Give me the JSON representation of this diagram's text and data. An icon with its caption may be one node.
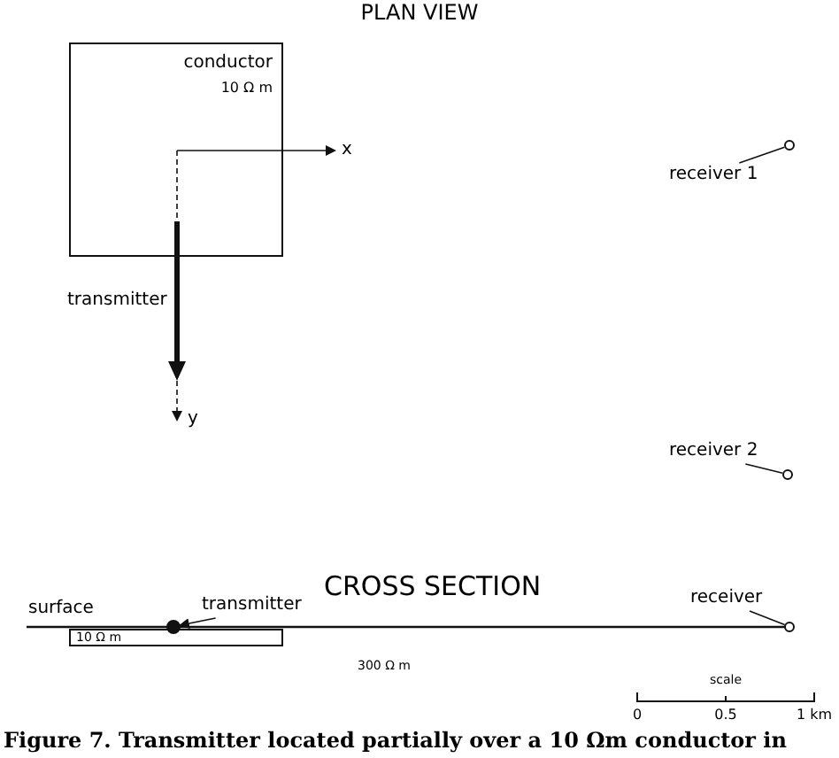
{
  "diagram": {
    "caption": "Figure 7. Transmitter located partially over a 10 Ωm conductor in",
    "nodes": [
      {
        "text": [
          "conductor",
          "10 Ω m"
        ]
      },
      {
        "text": [
          "transmitter"
        ]
      },
      {
        "text": [
          "receiver 1"
        ]
      },
      {
        "text": [],
        "shape": "circle"
      },
      {
        "text": [
          "receiver 2"
        ]
      },
      {
        "text": [],
        "shape": "circle"
      },
      {
        "text": [
          "transmitter"
        ]
      },
      {
        "text": [],
        "shape": "circle"
      },
      {
        "text": [
          "receiver"
        ]
      },
      {
        "text": [],
        "shape": "circle"
      },
      {
        "text": [
          "10 Ω m"
        ]
      }
    ],
    "edges": [
      {
        "from": 2,
        "to": 3,
        "arrow": "none"
      },
      {
        "from": 4,
        "to": 5,
        "arrow": "none"
      },
      {
        "from": 6,
        "to": 7,
        "arrow": "to"
      },
      {
        "from": 8,
        "to": 9,
        "arrow": "none"
      }
    ],
    "labels": [
      "PLAN VIEW",
      "x",
      "y",
      "CROSS SECTION",
      "surface",
      "300 Ω m",
      "scale",
      "0",
      "0.5",
      "1 km"
    ]
  }
}
